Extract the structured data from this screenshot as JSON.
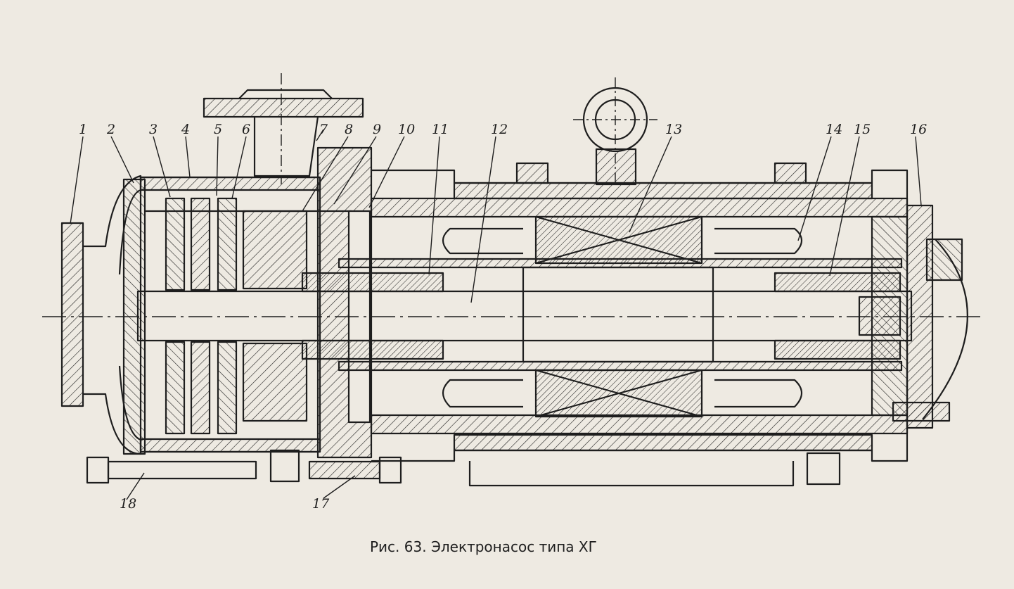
{
  "caption": "Рис. 63. Электронасос типа ХГ",
  "callouts": [
    "1",
    "2",
    "3",
    "4",
    "5",
    "6",
    "7",
    "8",
    "9",
    "10",
    "11",
    "12",
    "13",
    "14",
    "15",
    "16",
    "17",
    "18"
  ],
  "colors": {
    "paper": "#eeeae2",
    "ink": "#1e1e1e"
  }
}
